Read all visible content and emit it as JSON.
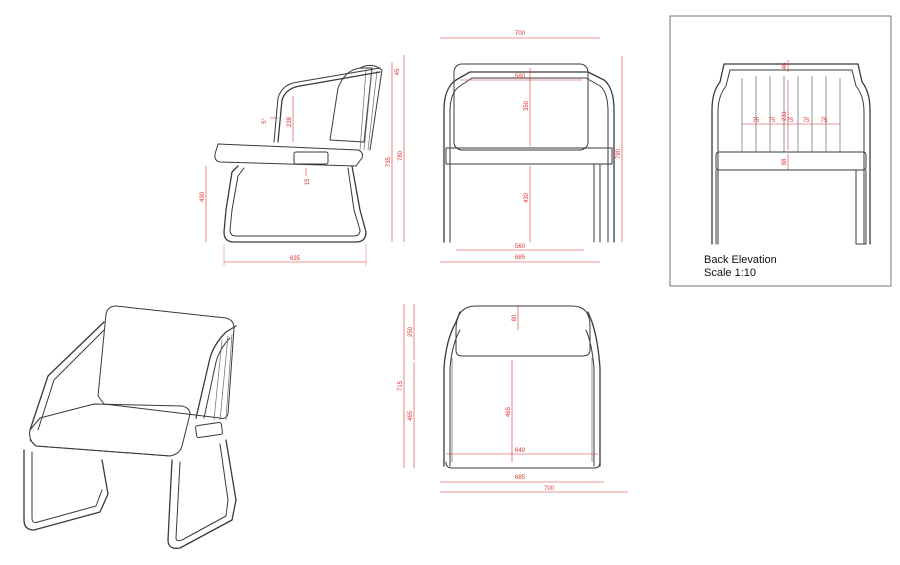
{
  "side_view": {
    "dims": {
      "seat_height": "430",
      "total_height_1": "735",
      "total_height_2": "780",
      "depth": "635",
      "arm_height": "238",
      "small_gap": "15",
      "arm_angle": "5°",
      "top_offset": "45"
    }
  },
  "front_view": {
    "dims": {
      "width_top": "700",
      "cushion_width_top": "580",
      "back_height": "350",
      "seat_height": "430",
      "height": "780",
      "base_width_inner": "560",
      "base_width": "685"
    }
  },
  "back_elevation": {
    "caption": "Back Elevation",
    "scale": "Scale 1:10",
    "dims": {
      "top_gap": "46",
      "slat_height": "231",
      "bottom_gap": "88",
      "spacings": [
        "75",
        "75",
        "75",
        "75",
        "75"
      ]
    }
  },
  "top_view": {
    "dims": {
      "back_depth": "250",
      "total_depth": "715",
      "seat_depth": "465",
      "seat_depth_inner": "465",
      "back_cushion": "80",
      "seat_width": "649",
      "width_inner": "685",
      "width": "700"
    }
  }
}
